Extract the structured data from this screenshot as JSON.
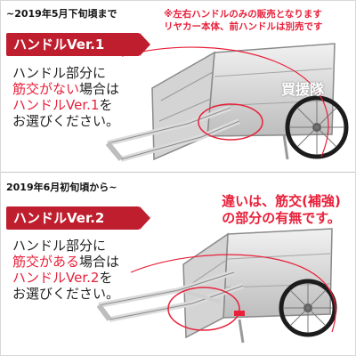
{
  "top": {
    "date_label": "~2019年5月下旬頃まで",
    "tag_label": "ハンドルVer.1",
    "desc": {
      "line1": "ハンドル部分に",
      "line2_red": "筋交がない",
      "line2_black": "場合は",
      "line3_red": "ハンドルVer.1",
      "line3_black": "を",
      "line4": "お選びください。"
    },
    "note_line1": "※左右ハンドルのみの販売となります",
    "note_line2": "リヤカー本体、前ハンドルは別売です",
    "watermark": "買援隊"
  },
  "bottom": {
    "date_label": "2019年6月初旬頃から~",
    "tag_label": "ハンドルVer.2",
    "desc": {
      "line1": "ハンドル部分に",
      "line2_red": "筋交がある",
      "line2_black": "場合は",
      "line3_red": "ハンドルVer.2",
      "line3_black": "を",
      "line4": "お選びください。"
    },
    "difference_line1": "違いは、筋交(補強)",
    "difference_line2": "の部分の有無です。"
  },
  "colors": {
    "accent_red": "#e8203a",
    "tag_bg": "#bf1e2e"
  }
}
